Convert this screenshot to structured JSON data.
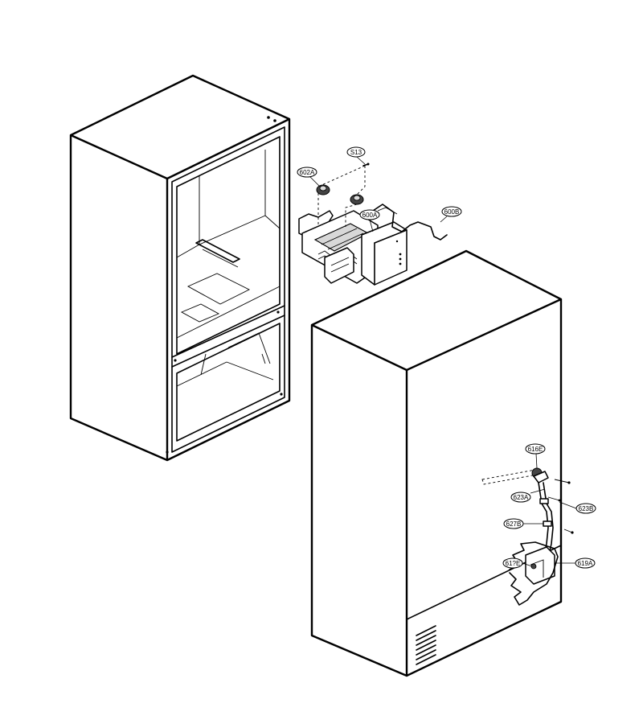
{
  "diagram": {
    "callouts": {
      "s13": "S13",
      "c602a": "602A",
      "c600a": "600A",
      "c600b": "600B",
      "c616e": "616E",
      "c623a": "623A",
      "c623b": "623B",
      "c627b": "627B",
      "c619a": "619A",
      "c61x": "61?E"
    }
  }
}
